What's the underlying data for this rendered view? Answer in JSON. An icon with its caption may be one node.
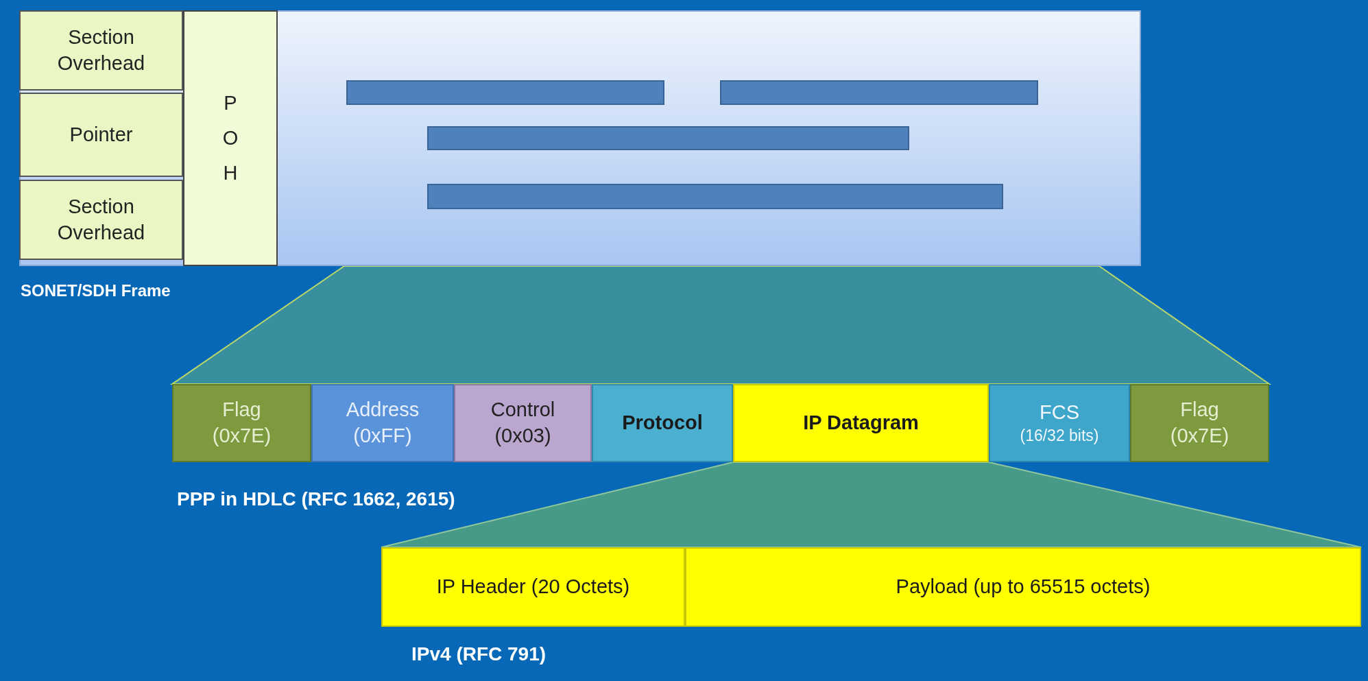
{
  "diagram": {
    "nodes": [
      {
        "text": [
          "SONET/SDH Frame"
        ]
      },
      {
        "text": [
          "Section Overhead"
        ],
        "in": 0
      },
      {
        "text": [
          "Pointer"
        ],
        "in": 0
      },
      {
        "text": [
          "Section Overhead"
        ],
        "in": 0
      },
      {
        "text": [
          "P O H"
        ],
        "in": 0
      },
      {
        "text": [],
        "shape": "bar",
        "in": 0
      },
      {
        "text": [],
        "shape": "bar",
        "in": 0
      },
      {
        "text": [],
        "shape": "bar",
        "in": 0
      },
      {
        "text": [],
        "shape": "bar",
        "in": 0
      },
      {
        "text": [
          "PPP in HDLC (RFC 1662, 2615)"
        ]
      },
      {
        "text": [
          "Flag",
          "(0x7E)"
        ],
        "in": 9
      },
      {
        "text": [
          "Address",
          "(0xFF)"
        ],
        "in": 9
      },
      {
        "text": [
          "Control",
          "(0x03)"
        ],
        "in": 9
      },
      {
        "text": [
          "Protocol"
        ],
        "in": 9
      },
      {
        "text": [
          "IP Datagram"
        ],
        "in": 9
      },
      {
        "text": [
          "FCS",
          "(16/32 bits)"
        ],
        "in": 9
      },
      {
        "text": [
          "Flag",
          "(0x7E)"
        ],
        "in": 9
      },
      {
        "text": [
          "IPv4 (RFC 791)"
        ]
      },
      {
        "text": [
          "IP Header (20 Octets)"
        ],
        "in": 17
      },
      {
        "text": [
          "Payload (up to 65515 octets)"
        ],
        "in": 17
      },
      {
        "text": [],
        "shape": "trapezoid"
      },
      {
        "text": [],
        "shape": "trapezoid"
      }
    ]
  }
}
